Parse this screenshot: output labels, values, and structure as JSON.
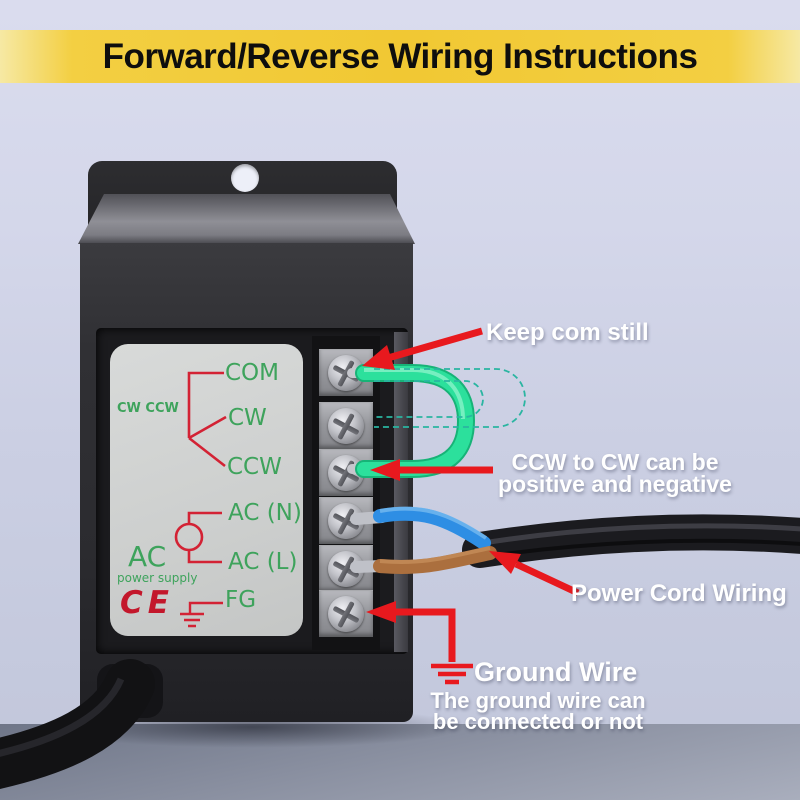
{
  "title": "Forward/Reverse Wiring Instructions",
  "device": {
    "label_panel": {
      "section1_heading": "CW CCW",
      "signal_terminals": [
        "COM",
        "CW",
        "CCW"
      ],
      "ac_terminals": [
        "AC (N)",
        "AC (L)"
      ],
      "ground_terminal": "FG",
      "ac_label": "AC",
      "ac_sublabel": "power supply",
      "ce_mark": "CE"
    },
    "terminal_count": 6
  },
  "annotations": {
    "keep_com": "Keep com still",
    "ccw_note_line1": "CCW to CW can be",
    "ccw_note_line2": "positive and negative",
    "power_cord": "Power Cord Wiring",
    "ground_title": "Ground Wire",
    "ground_note_line1": "The ground wire can",
    "ground_note_line2": "be connected or not"
  },
  "colors": {
    "banner_gold": "#f1c833",
    "label_green_text": "#3ea35c",
    "label_red_lines": "#d32234",
    "annotation_red": "#e8191e",
    "jumper_wire_green": "#2ce09c",
    "dashed_alt_path_teal": "#2ab5a1",
    "neutral_wire_blue": "#2e8ee4",
    "live_wire_brown": "#ab6f3e",
    "power_cord_black": "#1b1b1f"
  }
}
